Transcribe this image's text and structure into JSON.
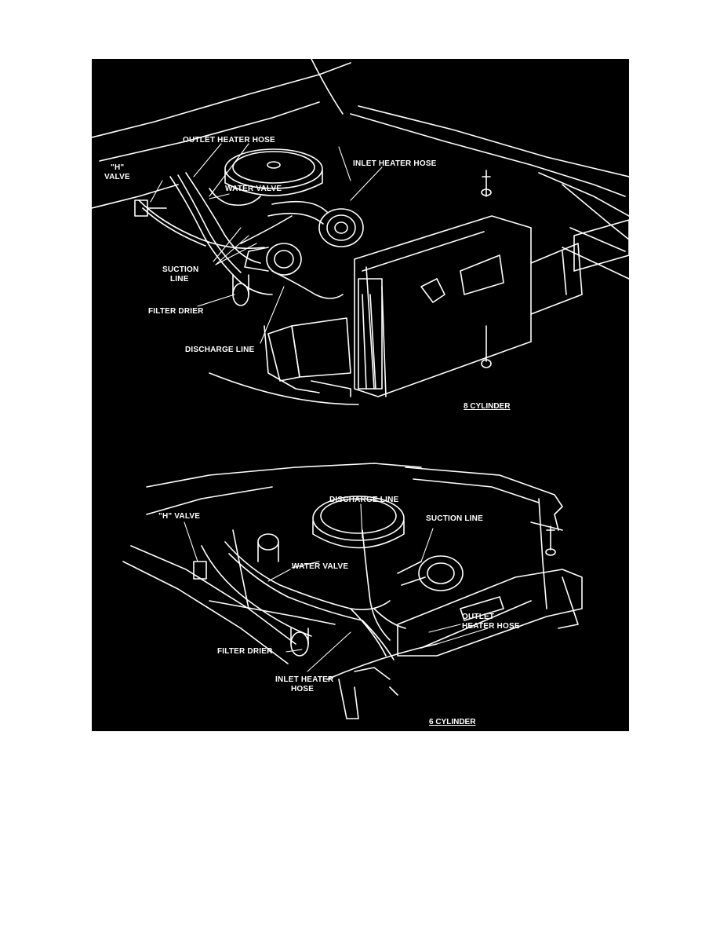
{
  "colors": {
    "background": "#000000",
    "ink": "#ffffff",
    "page": "#ffffff"
  },
  "top_view": {
    "caption": "8 CYLINDER",
    "labels": {
      "outlet_heater_hose": "OUTLET HEATER HOSE",
      "h_valve_line1": "\"H\"",
      "h_valve_line2": "VALVE",
      "inlet_heater_hose": "INLET HEATER HOSE",
      "water_valve": "WATER VALVE",
      "suction_line_line1": "SUCTION",
      "suction_line_line2": "LINE",
      "filter_drier": "FILTER DRIER",
      "discharge_line": "DISCHARGE LINE"
    }
  },
  "bottom_view": {
    "caption": "6 CYLINDER",
    "labels": {
      "discharge_line": "DISCHARGE LINE",
      "h_valve": "\"H\" VALVE",
      "suction_line": "SUCTION LINE",
      "water_valve": "WATER VALVE",
      "outlet_line1": "OUTLET",
      "outlet_line2": "HEATER HOSE",
      "filter_drier": "FILTER DRIER",
      "inlet_line1": "INLET HEATER",
      "inlet_line2": "HOSE"
    }
  }
}
